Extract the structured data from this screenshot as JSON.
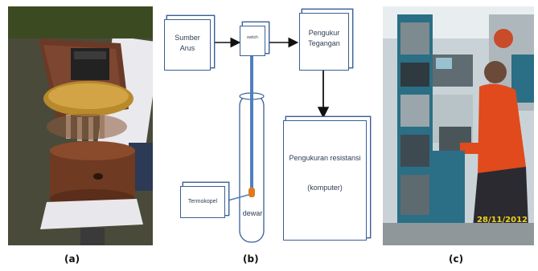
{
  "captions": {
    "a": "(a)",
    "b": "(b)",
    "c": "(c)"
  },
  "diagram": {
    "source_line1": "Sumber",
    "source_line2": "Arus",
    "switch_label": "switch",
    "meter_line1": "Pengukur",
    "meter_line2": "Tegangan",
    "computer_line1": "Pengukuran resistansi",
    "computer_line2": "(komputer)",
    "thermocouple_label": "Termokopel",
    "dewar_label": "dewar"
  },
  "photo_c": {
    "date_stamp": "28/11/2012"
  },
  "colors": {
    "box_border": "#3a5f96",
    "arrow": "#111111",
    "rod": "#4f7fbf",
    "sensor": "#e07a1f"
  }
}
